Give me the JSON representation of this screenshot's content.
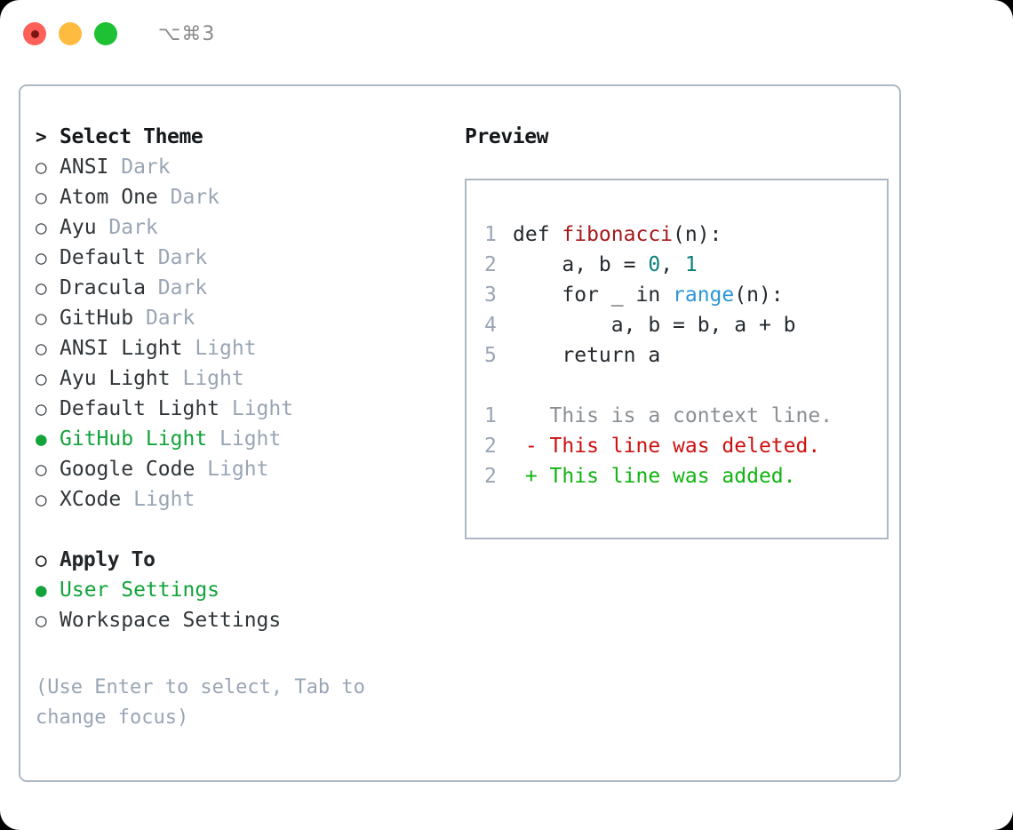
{
  "titlebar": {
    "shortcut": "⌥⌘3",
    "buttons": {
      "close": "close-button",
      "minimize": "minimize-button",
      "maximize": "maximize-button"
    }
  },
  "colors": {
    "accent_green": "#12a33a",
    "muted": "#9aa5b4",
    "border": "#aeb8c4",
    "text": "#303539",
    "syntax_function": "#a6191c",
    "syntax_number": "#0c8079",
    "syntax_call": "#2b96d6",
    "diff_added": "#11b411",
    "diff_deleted": "#cc1111",
    "diff_context": "#8a8f94"
  },
  "theme_section": {
    "prompt": ">",
    "heading": "Select Theme",
    "marker_selected": "●",
    "marker_unselected": "○",
    "items": [
      {
        "name": "ANSI",
        "kind": "Dark",
        "selected": false
      },
      {
        "name": "Atom One",
        "kind": "Dark",
        "selected": false
      },
      {
        "name": "Ayu",
        "kind": "Dark",
        "selected": false
      },
      {
        "name": "Default",
        "kind": "Dark",
        "selected": false
      },
      {
        "name": "Dracula",
        "kind": "Dark",
        "selected": false
      },
      {
        "name": "GitHub",
        "kind": "Dark",
        "selected": false
      },
      {
        "name": "ANSI Light",
        "kind": "Light",
        "selected": false
      },
      {
        "name": "Ayu Light",
        "kind": "Light",
        "selected": false
      },
      {
        "name": "Default Light",
        "kind": "Light",
        "selected": false
      },
      {
        "name": "GitHub Light",
        "kind": "Light",
        "selected": true
      },
      {
        "name": "Google Code",
        "kind": "Light",
        "selected": false
      },
      {
        "name": "XCode",
        "kind": "Light",
        "selected": false
      }
    ]
  },
  "apply_section": {
    "heading": "Apply To",
    "items": [
      {
        "name": "User Settings",
        "selected": true
      },
      {
        "name": "Workspace Settings",
        "selected": false
      }
    ]
  },
  "hint": "(Use Enter to select, Tab to change focus)",
  "preview": {
    "label": "Preview",
    "code_lines": [
      {
        "no": "1",
        "parts": [
          {
            "t": "def ",
            "c": "code-text"
          },
          {
            "t": "fibonacci",
            "c": "tok-func"
          },
          {
            "t": "(n):",
            "c": "code-text"
          }
        ]
      },
      {
        "no": "2",
        "parts": [
          {
            "t": "    a, b = ",
            "c": "code-text"
          },
          {
            "t": "0",
            "c": "tok-num"
          },
          {
            "t": ", ",
            "c": "code-text"
          },
          {
            "t": "1",
            "c": "tok-num"
          }
        ]
      },
      {
        "no": "3",
        "parts": [
          {
            "t": "    for _ in ",
            "c": "code-text"
          },
          {
            "t": "range",
            "c": "tok-call"
          },
          {
            "t": "(n):",
            "c": "code-text"
          }
        ]
      },
      {
        "no": "4",
        "parts": [
          {
            "t": "        a, b = b, a + b",
            "c": "code-text"
          }
        ]
      },
      {
        "no": "5",
        "parts": [
          {
            "t": "    return a",
            "c": "code-text"
          }
        ]
      }
    ],
    "diff_lines": [
      {
        "no": "1",
        "sign": " ",
        "text": "This is a context line.",
        "cls": "diff-ctx"
      },
      {
        "no": "2",
        "sign": "-",
        "text": "This line was deleted.",
        "cls": "diff-del"
      },
      {
        "no": "2",
        "sign": "+",
        "text": "This line was added.",
        "cls": "diff-add"
      }
    ]
  }
}
